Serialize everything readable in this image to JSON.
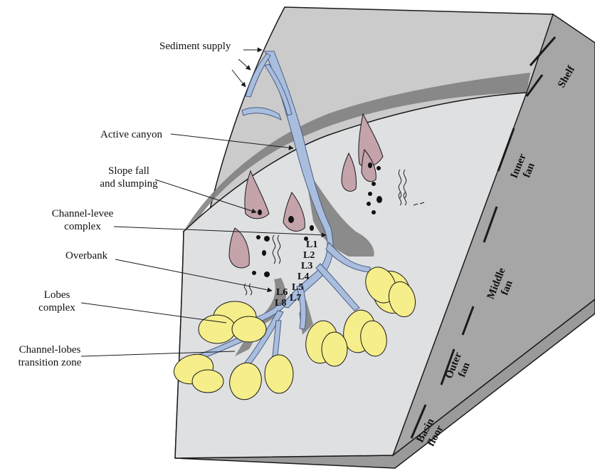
{
  "labels": {
    "sediment_supply": "Sediment supply",
    "active_canyon": "Active canyon",
    "slope_fall_1": "Slope fall",
    "slope_fall_2": "and slumping",
    "channel_levee_1": "Channel-levee",
    "channel_levee_2": "complex",
    "overbank": "Overbank",
    "lobes_1": "Lobes",
    "lobes_2": "complex",
    "transition_1": "Channel-lobes",
    "transition_2": "transition zone"
  },
  "levels": [
    "L1",
    "L2",
    "L3",
    "L4",
    "L5",
    "L6",
    "L7",
    "L8"
  ],
  "zones": {
    "shelf": "Shelf",
    "inner_1": "Inner",
    "inner_2": "fan",
    "middle_1": "Middle",
    "middle_2": "fan",
    "outer_1": "Outer",
    "outer_2": "fan",
    "basin_1": "Basin",
    "basin_2": "floor"
  },
  "colors": {
    "slope_fill": "#c9c9c9",
    "basin_fill": "#dedfe0",
    "canyon_fill": "#a9bede",
    "levee_fill": "#8e8e8e",
    "lobe_fill": "#f5ee8a",
    "slump_fill": "#c4a3ab",
    "line": "#1a1a1a"
  }
}
